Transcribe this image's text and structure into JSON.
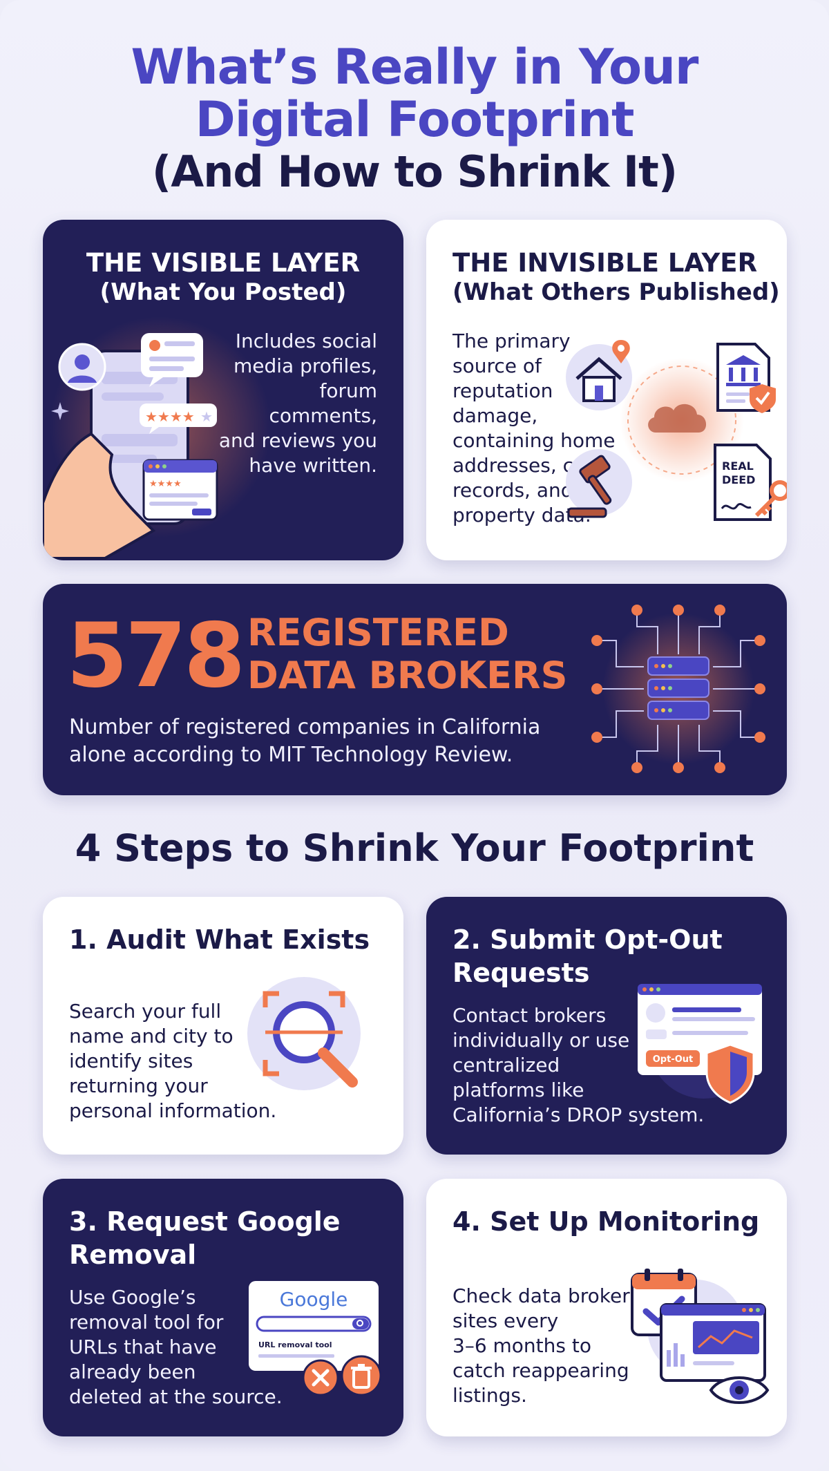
{
  "header": {
    "line1": "What’s Really in Your",
    "line2": "Digital Footprint",
    "line3": "(And How to Shrink It)"
  },
  "visible_layer": {
    "heading": "THE VISIBLE LAYER",
    "subheading": "(What You Posted)",
    "text_lines": [
      "Includes social",
      "media profiles,",
      "forum",
      "comments,",
      "and reviews you",
      "have written."
    ]
  },
  "invisible_layer": {
    "heading": "THE INVISIBLE LAYER",
    "subheading": "(What Others Published)",
    "text_lines": [
      "The primary",
      "source of",
      "reputation",
      "damage,",
      "containing home",
      "addresses, court",
      "records, and",
      "property data."
    ],
    "deed_label_line1": "REAL",
    "deed_label_line2": "DEED"
  },
  "stat": {
    "number": "578",
    "label_line1": "REGISTERED",
    "label_line2": "DATA BROKERS",
    "caption_line1": "Number of registered companies in California",
    "caption_line2": "alone according to MIT Technology Review."
  },
  "steps_title": "4 Steps to Shrink Your Footprint",
  "steps": [
    {
      "title_lines": [
        "1. Audit What Exists"
      ],
      "text_lines": [
        "Search your full",
        "name and city to",
        "identify sites",
        "returning your",
        "personal information."
      ]
    },
    {
      "title_lines": [
        "2. Submit Opt-Out",
        "Requests"
      ],
      "text_lines": [
        "Contact brokers",
        "individually or use",
        "centralized",
        "platforms like",
        "California’s DROP system."
      ],
      "badge": "Opt-Out"
    },
    {
      "title_lines": [
        "3. Request Google",
        "Removal"
      ],
      "text_lines": [
        "Use Google’s",
        "removal tool for",
        "URLs that have",
        "already been",
        "deleted at the source."
      ],
      "logo": "Google",
      "tool_label": "URL removal tool"
    },
    {
      "title_lines": [
        "4. Set Up Monitoring"
      ],
      "text_lines": [
        "Check data broker",
        "sites every",
        "3–6 months to",
        "catch reappearing",
        "listings."
      ]
    }
  ],
  "colors": {
    "navy": "#221f57",
    "indigo": "#4a46c2",
    "orange": "#f07a4e",
    "lavender": "#e3e2f7"
  },
  "icons": [
    "phone-hand-icon",
    "user-avatar-icon",
    "chat-bubble-icon",
    "star-rating-icon",
    "browser-window-icon",
    "house-pin-icon",
    "courthouse-document-icon",
    "cloud-icon",
    "gavel-icon",
    "deed-key-icon",
    "server-network-icon",
    "magnifier-scan-icon",
    "profile-window-icon",
    "shield-icon",
    "google-search-icon",
    "close-circle-icon",
    "trash-icon",
    "calendar-check-icon",
    "analytics-window-icon",
    "eye-icon"
  ]
}
